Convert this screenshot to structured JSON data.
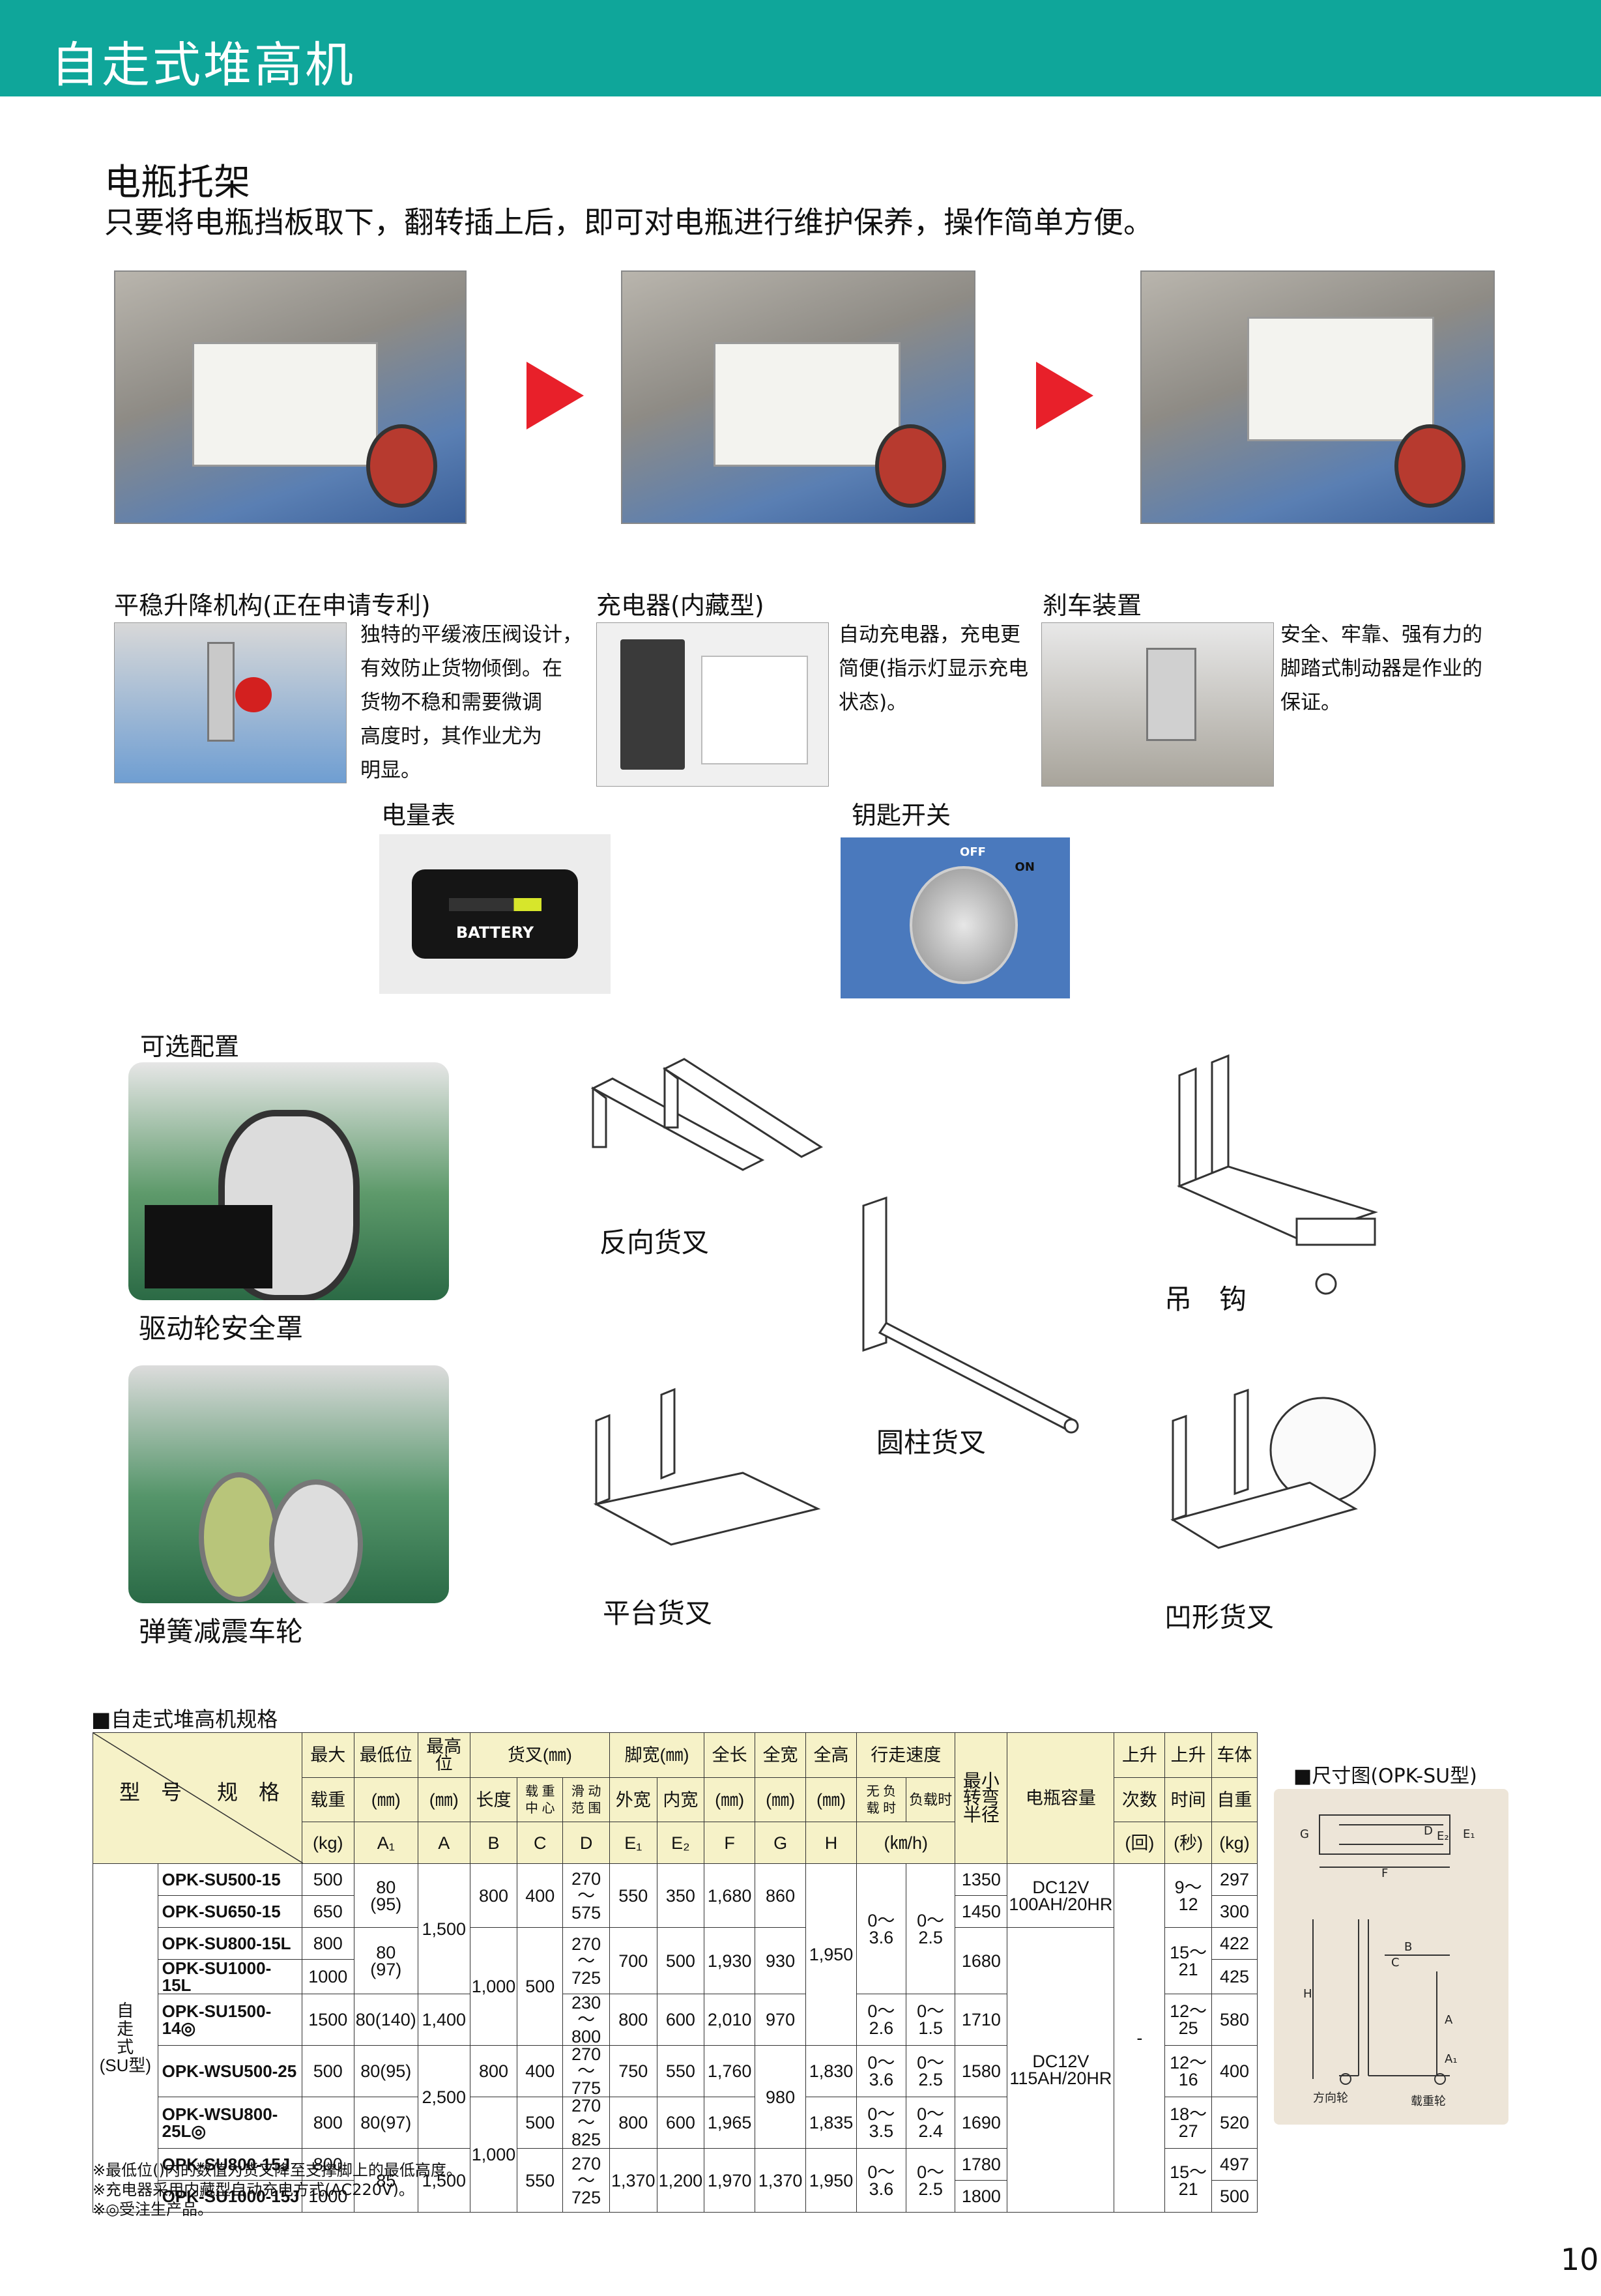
{
  "header": {
    "title": "自走式堆高机"
  },
  "battery_section": {
    "title": "电瓶托架",
    "description": "只要将电瓶挡板取下，翻转插上后，即可对电瓶进行维护保养，操作简单方便。"
  },
  "features": [
    {
      "label": "平稳升降机构(正在申请专利)",
      "desc": [
        "独特的平缓液压阀设计，",
        "有效防止货物倾倒。在",
        "货物不稳和需要微调",
        "高度时，其作业尤为",
        "明显。"
      ]
    },
    {
      "label": "充电器(内藏型)",
      "desc": [
        "自动充电器，充电更",
        "简便(指示灯显示充电",
        "状态)。"
      ]
    },
    {
      "label": "刹车装置",
      "desc": [
        "安全、牢靠、强有力的",
        "脚踏式制动器是作业的",
        "保证。"
      ]
    }
  ],
  "meter": {
    "label": "电量表",
    "screen_text": "BATTERY"
  },
  "key_switch": {
    "label": "钥匙开关",
    "off": "OFF",
    "on": "ON"
  },
  "options": {
    "title": "可选配置",
    "wheel_guard": "驱动轮安全罩",
    "spring_wheel": "弹簧减震车轮",
    "reverse_fork": "反向货叉",
    "hook": "吊　钩",
    "cylinder_fork": "圆柱货叉",
    "platform_fork": "平台货叉",
    "concave_fork": "凹形货叉"
  },
  "spec": {
    "title": "■自走式堆高机规格",
    "header": {
      "model": "型　号",
      "spec": "规　格",
      "max_load": "最大",
      "max_load2": "载重",
      "max_load_unit": "(kg)",
      "min_height": "最低位",
      "min_unit": "(㎜)",
      "min_sym": "A₁",
      "max_height": "最高位",
      "max_unit": "(㎜)",
      "max_sym": "A",
      "fork": "货叉(㎜)",
      "len": "长度",
      "len_sym": "B",
      "center": "载 重 中 心",
      "center_sym": "C",
      "slide": "滑 动 范 围",
      "slide_sym": "D",
      "leg": "脚宽(㎜)",
      "outer": "外宽",
      "outer_sym": "E₁",
      "inner": "内宽",
      "inner_sym": "E₂",
      "full_len": "全长",
      "full_len_unit": "(㎜)",
      "full_len_sym": "F",
      "full_w": "全宽",
      "full_w_unit": "(㎜)",
      "full_w_sym": "G",
      "full_h": "全高",
      "full_h_unit": "(㎜)",
      "full_h_sym": "H",
      "speed": "行走速度",
      "empty": "无 负 载 时",
      "loaded": "负载时",
      "speed_unit": "(㎞/h)",
      "radius": "最小 转弯 半径",
      "radius_unit": "(㎜)",
      "battery": "电瓶容量",
      "lift_times": "上升",
      "lift_times2": "次数",
      "lift_times_unit": "(回)",
      "lift_time": "上升",
      "lift_time2": "时间",
      "lift_time_unit": "(秒)",
      "weight": "车体",
      "weight2": "自重",
      "weight_unit": "(kg)"
    },
    "group_label": [
      "自",
      "走",
      "式",
      "(",
      "S",
      "U",
      "型",
      ")"
    ],
    "rows": [
      {
        "model": "OPK-SU500-15",
        "load": "500"
      },
      {
        "model": "OPK-SU650-15",
        "load": "650"
      },
      {
        "model": "OPK-SU800-15L",
        "load": "800"
      },
      {
        "model": "OPK-SU1000-15L",
        "load": "1000"
      },
      {
        "model": "OPK-SU1500-14◎",
        "load": "1500"
      },
      {
        "model": "OPK-WSU500-25",
        "load": "500"
      },
      {
        "model": "OPK-WSU800-25L◎",
        "load": "800"
      },
      {
        "model": "OPK-SU800-15J",
        "load": "800"
      },
      {
        "model": "OPK-SU1000-15J",
        "load": "1000"
      }
    ],
    "cells": {
      "min_a": "80",
      "min_a2": "(95)",
      "min_b": "80",
      "min_b2": "(97)",
      "min_c": "80(140)",
      "min_d": "80(95)",
      "min_e": "80(97)",
      "min_f": "85",
      "max_a": "1,500",
      "max_b": "1,400",
      "max_c": "2,500",
      "max_d": "1,500",
      "len_a": "800",
      "len_b": "1,000",
      "len_c": "800",
      "len_d": "1,000",
      "ctr_a": "400",
      "ctr_b": "500",
      "ctr_c": "400",
      "ctr_d": "500",
      "ctr_e": "550",
      "sl_a": "270～575",
      "sl_b": "270～725",
      "sl_c": "230～800",
      "sl_d": "270～775",
      "sl_e": "270～825",
      "sl_f": "270～725",
      "ow_a": "550",
      "ow_b": "700",
      "ow_c": "800",
      "ow_d": "750",
      "ow_e": "800",
      "ow_f": "1,370",
      "iw_a": "350",
      "iw_b": "500",
      "iw_c": "600",
      "iw_d": "550",
      "iw_e": "600",
      "iw_f": "1,200",
      "fl_a": "1,680",
      "fl_b": "1,930",
      "fl_c": "2,010",
      "fl_d": "1,760",
      "fl_e": "1,965",
      "fl_f": "1,970",
      "fw_a": "860",
      "fw_b": "930",
      "fw_c": "970",
      "fw_d": "980",
      "fw_e": "1,370",
      "fh_a": "1,950",
      "fh_b": "1,830",
      "fh_c": "1,835",
      "fh_d": "1,950",
      "sp_a": "0～3.6",
      "sp_b": "0～2.6",
      "sp_c": "0～3.6",
      "sp_d": "0～3.5",
      "sp_e": "0～3.6",
      "sl2_a": "0～2.5",
      "sl2_b": "0～1.5",
      "sl2_c": "0～2.5",
      "sl2_d": "0～2.4",
      "sl2_e": "0～2.5",
      "r1": "1350",
      "r2": "1450",
      "r3": "1680",
      "r4": "1710",
      "r5": "1580",
      "r6": "1690",
      "r7": "1780",
      "r8": "1800",
      "bat_a": "DC12V",
      "bat_a2": "100AH/20HR",
      "bat_b": "DC12V",
      "bat_b2": "115AH/20HR",
      "lt_dash": "-",
      "ltm_a": "9～12",
      "ltm_b": "15～21",
      "ltm_c": "12～25",
      "ltm_d": "12～16",
      "ltm_e": "18～27",
      "ltm_f": "15～21",
      "w": [
        "297",
        "300",
        "422",
        "425",
        "580",
        "400",
        "520",
        "497",
        "500"
      ]
    },
    "notes": [
      "※最低位()内的数值为货叉降至支撑脚上的最低高度。",
      "※充电器采用内藏型自动充电方式(AC220V)。",
      "※◎受注生产品。"
    ]
  },
  "dim_figure": {
    "title": "■尺寸图(OPK-SU型)",
    "labels": [
      "G",
      "D",
      "E₂",
      "E₁",
      "F",
      "B",
      "C",
      "H",
      "A",
      "A₁"
    ],
    "caster": "方向轮",
    "load_wheel": "载重轮"
  },
  "page_number": "10"
}
